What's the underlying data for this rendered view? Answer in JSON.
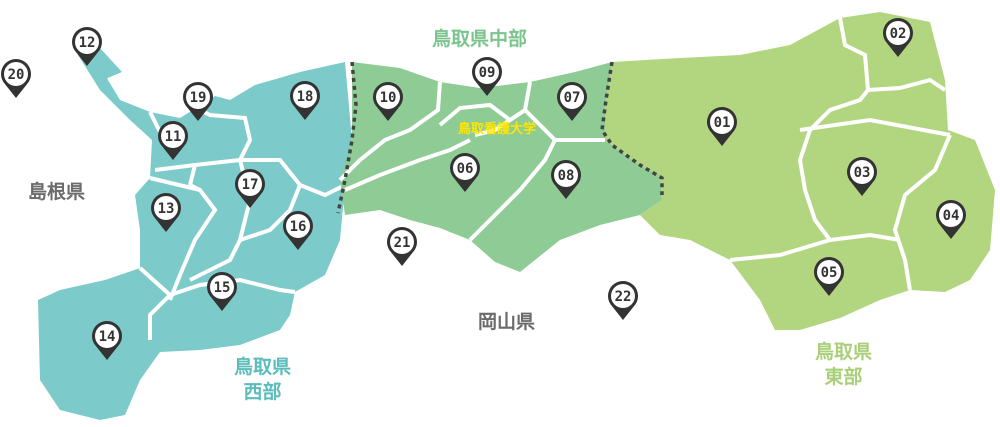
{
  "colors": {
    "west": "#7ccac9",
    "central": "#8fcb95",
    "east": "#b2d67f",
    "border_line": "#ffffff",
    "dotted_boundary": "#444444",
    "marker_fill": "#333333",
    "marker_ring": "#ffffff"
  },
  "regions": {
    "west": "鳥取県\n西部",
    "central": "鳥取県中部",
    "east": "鳥取県\n東部"
  },
  "neighbors": {
    "shimane": "島根県",
    "okayama": "岡山県"
  },
  "university": "鳥取看護大学",
  "markers": [
    {
      "id": "01",
      "label": "01"
    },
    {
      "id": "02",
      "label": "02"
    },
    {
      "id": "03",
      "label": "03"
    },
    {
      "id": "04",
      "label": "04"
    },
    {
      "id": "05",
      "label": "05"
    },
    {
      "id": "06",
      "label": "06"
    },
    {
      "id": "07",
      "label": "07"
    },
    {
      "id": "08",
      "label": "08"
    },
    {
      "id": "09",
      "label": "09"
    },
    {
      "id": "10",
      "label": "10"
    },
    {
      "id": "11",
      "label": "11"
    },
    {
      "id": "12",
      "label": "12"
    },
    {
      "id": "13",
      "label": "13"
    },
    {
      "id": "14",
      "label": "14"
    },
    {
      "id": "15",
      "label": "15"
    },
    {
      "id": "16",
      "label": "16"
    },
    {
      "id": "17",
      "label": "17"
    },
    {
      "id": "18",
      "label": "18"
    },
    {
      "id": "19",
      "label": "19"
    },
    {
      "id": "20",
      "label": "20"
    },
    {
      "id": "21",
      "label": "21"
    },
    {
      "id": "22",
      "label": "22"
    }
  ]
}
